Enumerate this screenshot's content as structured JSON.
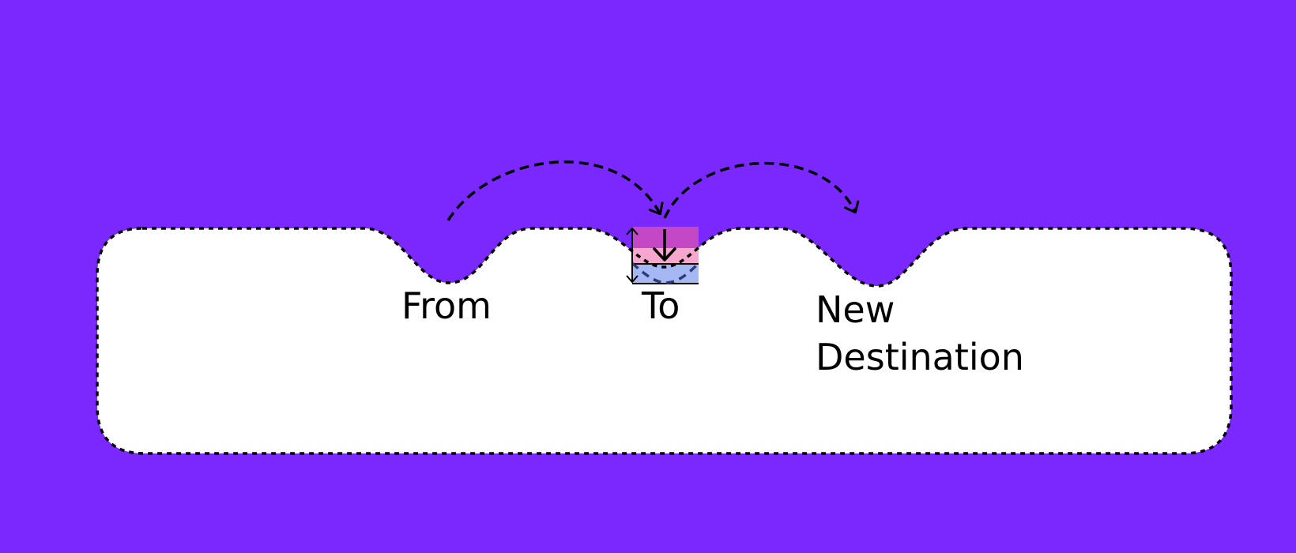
{
  "colors": {
    "background": "#7B28FF",
    "bar_fill": "#FFFFFF",
    "outline": "#000000",
    "highlight_top": "#C447C6",
    "highlight_mid": "#F6A6CF",
    "highlight_bottom": "#A6B8F4"
  },
  "labels": {
    "from": "From",
    "to": "To",
    "new_line1": "New",
    "new_line2": "Destination"
  },
  "icons": {
    "arrow_from_to": "dashed-curved-arrow",
    "arrow_to_new": "dashed-curved-arrow",
    "move_down": "arrow-down-icon",
    "height_measure": "double-headed-vertical-arrow"
  }
}
